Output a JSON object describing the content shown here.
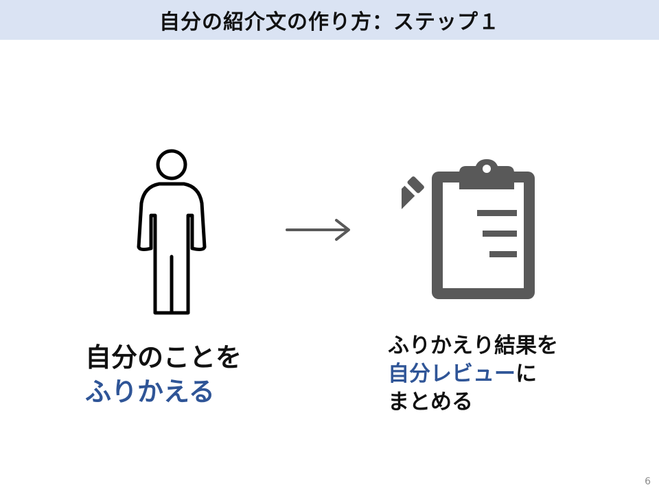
{
  "slide": {
    "title": "自分の紹介文の作り方：ステップ１",
    "page_number": "6",
    "accent_color": "#2f5597",
    "title_bar_color": "#dae3f3",
    "icon_color": "#595959"
  },
  "left": {
    "icon": "person-icon",
    "line1": "自分のことを",
    "line2": "ふりかえる"
  },
  "arrow": {
    "icon": "arrow-right-icon"
  },
  "right": {
    "icon": "clipboard-pencil-icon",
    "line1": "ふりかえり結果を",
    "line2_accent": "自分レビュー",
    "line2_rest": "に",
    "line3": "まとめる"
  }
}
